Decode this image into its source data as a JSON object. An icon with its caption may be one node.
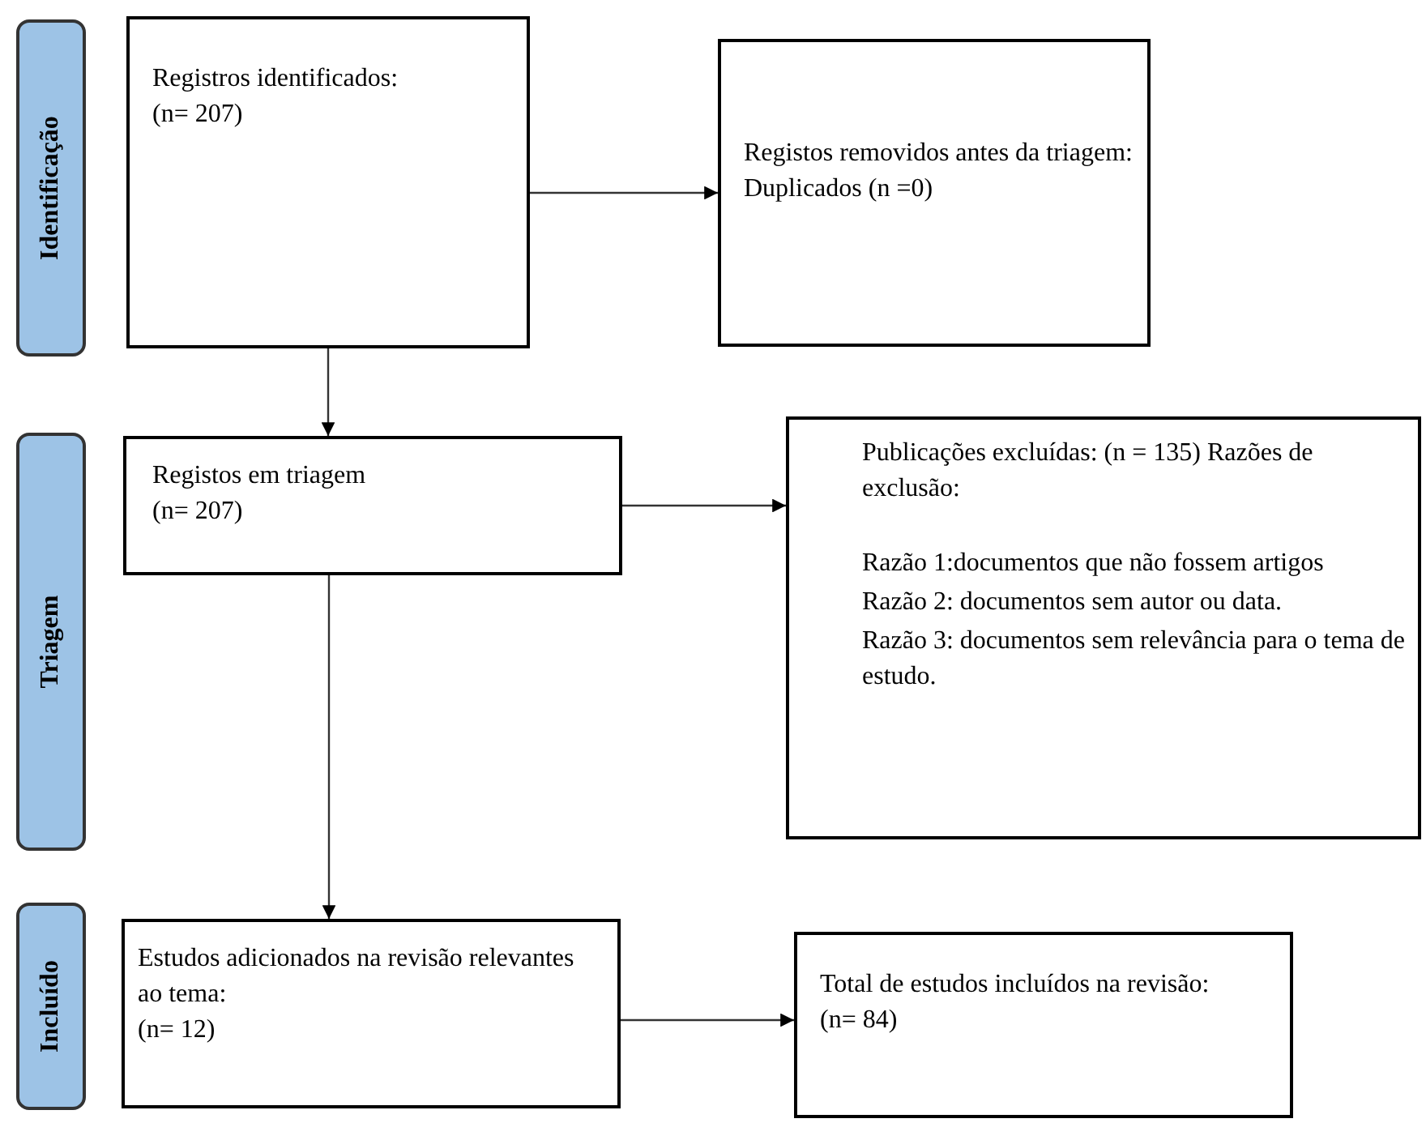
{
  "diagram": {
    "nodes": [
      {
        "text": [
          "Identificação"
        ]
      },
      {
        "text": [
          "Triagem"
        ]
      },
      {
        "text": [
          "Incluído"
        ]
      },
      {
        "text": [
          "Registros identificados:",
          "(n= 207)"
        ]
      },
      {
        "text": [
          "Registos removidos antes da triagem:",
          "Duplicados (n =0)"
        ]
      },
      {
        "text": [
          "Registos em triagem",
          "(n= 207)"
        ]
      },
      {
        "text": [
          "Publicações excluídas: (n = 135) Razões de exclusão:",
          "Razão 1:documentos que não fossem artigos",
          "Razão 2: documentos sem autor ou data.",
          "Razão 3: documentos sem relevância para o tema de estudo."
        ]
      },
      {
        "text": [
          "Estudos adicionados na revisão relevantes ao tema:",
          "(n= 12)"
        ]
      },
      {
        "text": [
          "Total de estudos incluídos na revisão:",
          "(n= 84)"
        ]
      }
    ],
    "edges": [
      {
        "from": 3,
        "to": 4,
        "arrow": "to"
      },
      {
        "from": 3,
        "to": 5,
        "arrow": "to"
      },
      {
        "from": 5,
        "to": 6,
        "arrow": "to"
      },
      {
        "from": 5,
        "to": 7,
        "arrow": "to"
      },
      {
        "from": 7,
        "to": 8,
        "arrow": "to"
      }
    ]
  }
}
